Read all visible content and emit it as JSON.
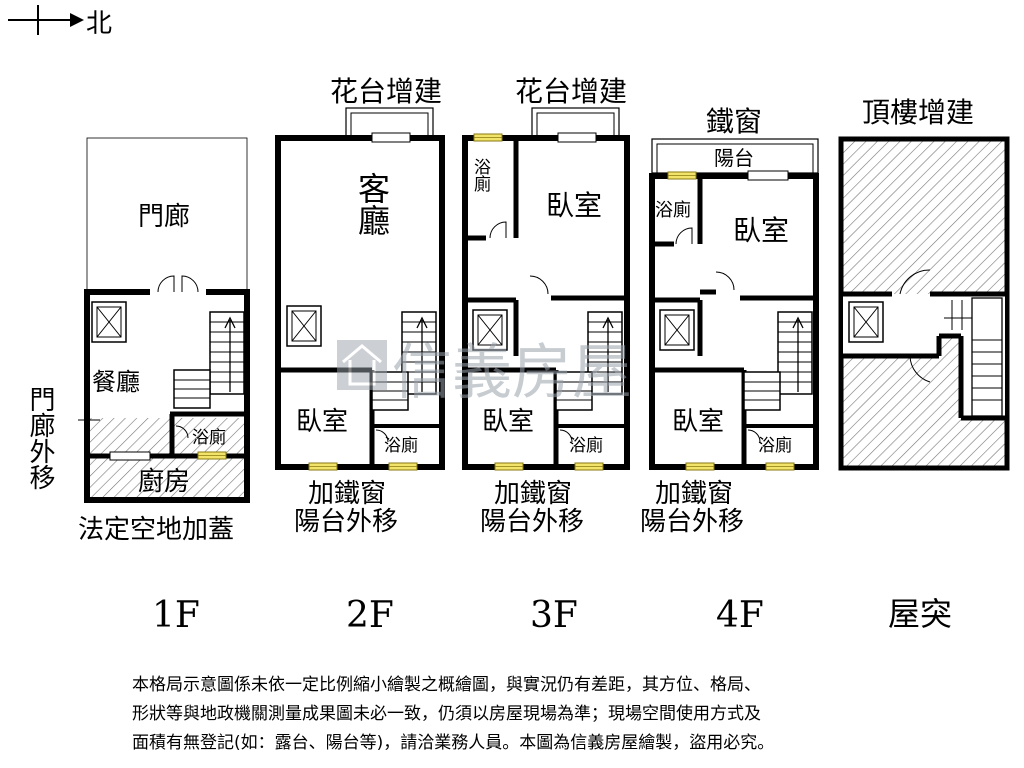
{
  "north_label": "北",
  "watermark": "信義房屋",
  "floors": [
    {
      "id": "1F",
      "label": "1F",
      "rooms": {
        "porch": "門廊",
        "dining": "餐廳",
        "bath": "浴廁",
        "kitchen": "廚房"
      },
      "notes": {
        "porch_move": "門廊外移",
        "bottom": "法定空地加蓋"
      }
    },
    {
      "id": "2F",
      "label": "2F",
      "rooms": {
        "living": "客廳",
        "bedroom": "臥室",
        "bath": "浴廁"
      },
      "notes": {
        "top": "花台增建",
        "bottom_1": "加鐵窗",
        "bottom_2": "陽台外移"
      }
    },
    {
      "id": "3F",
      "label": "3F",
      "rooms": {
        "bath_top": "浴廁",
        "bedroom_top": "臥室",
        "bedroom": "臥室",
        "bath": "浴廁"
      },
      "notes": {
        "top": "花台增建",
        "bottom_1": "加鐵窗",
        "bottom_2": "陽台外移"
      }
    },
    {
      "id": "4F",
      "label": "4F",
      "rooms": {
        "balcony": "陽台",
        "bath_top": "浴廁",
        "bedroom_top": "臥室",
        "bedroom": "臥室",
        "bath": "浴廁"
      },
      "notes": {
        "top": "鐵窗",
        "bottom_1": "加鐵窗",
        "bottom_2": "陽台外移"
      }
    },
    {
      "id": "roof",
      "label": "屋突",
      "notes": {
        "top": "頂樓增建"
      }
    }
  ],
  "disclaimer": [
    "本格局示意圖係未依一定比例縮小繪製之概繪圖，與實況仍有差距，其方位、格局、",
    "形狀等與地政機關測量成果圖未必一致，仍須以房屋現場為準；現場空間使用方式及",
    "面積有無登記(如：露台、陽台等)，請洽業務人員。本圖為信義房屋繪製，盜用必究。"
  ]
}
